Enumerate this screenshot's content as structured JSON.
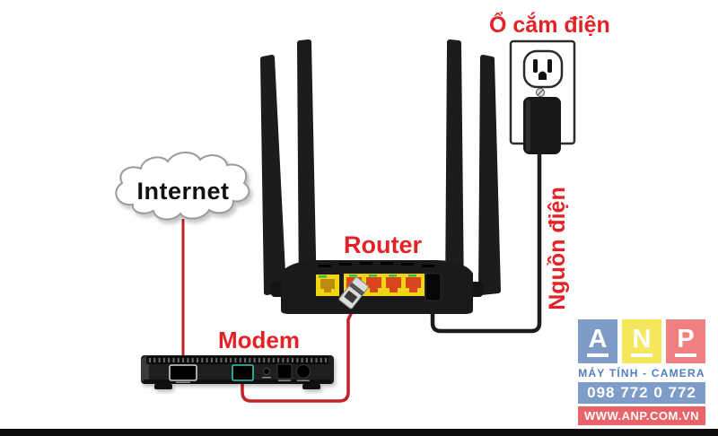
{
  "diagram": {
    "internet_label": "Internet",
    "router_label": "Router",
    "modem_label": "Modem",
    "outlet_label": "Ổ cắm điện",
    "power_label": "Nguồn điện"
  },
  "devices": {
    "router": {
      "ports": [
        "wan-port",
        "lan-port-1",
        "lan-port-2",
        "lan-port-3",
        "lan-port-4",
        "power-port"
      ],
      "antennas": 4
    },
    "modem": {
      "ports": [
        "wan-rj45-port",
        "lan-teal-port",
        "reset-hole",
        "square-port",
        "power-jack"
      ]
    },
    "outlet": {
      "type": "wall-socket-with-adapter"
    }
  },
  "logo": {
    "letters": [
      "A",
      "N",
      "P"
    ],
    "square_colors": [
      "#7d9cc8",
      "#f5e75d",
      "#f0807f"
    ],
    "tagline": "MÁY TÍNH - CAMERA",
    "phone": "098 772 0 772",
    "website": "WWW.ANP.COM.VN",
    "tagline_color": "#4f7fc0",
    "phone_bar_color": "#7d9cc8",
    "website_bar_color": "#e86468"
  },
  "colors": {
    "label_red": "#e32228",
    "cable_red": "#c22128",
    "cable_black": "#1b1b1b",
    "device_black": "#1a1a1a",
    "wan_yellow": "#f0d513",
    "lan_orange": "#d9451c",
    "teal_port": "#39c7b4"
  }
}
